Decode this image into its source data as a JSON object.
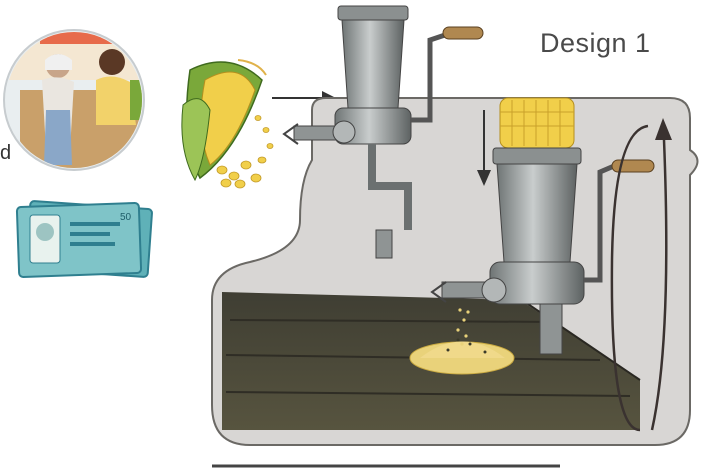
{
  "title": "Design 1",
  "edge_fragment": "d",
  "banknote": {
    "denomination": "50",
    "colors": {
      "note": "#7fc4c8",
      "frame": "#2f7f8f"
    }
  },
  "colors": {
    "table": "#4b4a3e",
    "table_dark": "#2f2d25",
    "backdrop": "#d8d6d4",
    "metal": "#9aa0a0",
    "corn": "#f1cf4a",
    "husk": "#7aa83a"
  }
}
